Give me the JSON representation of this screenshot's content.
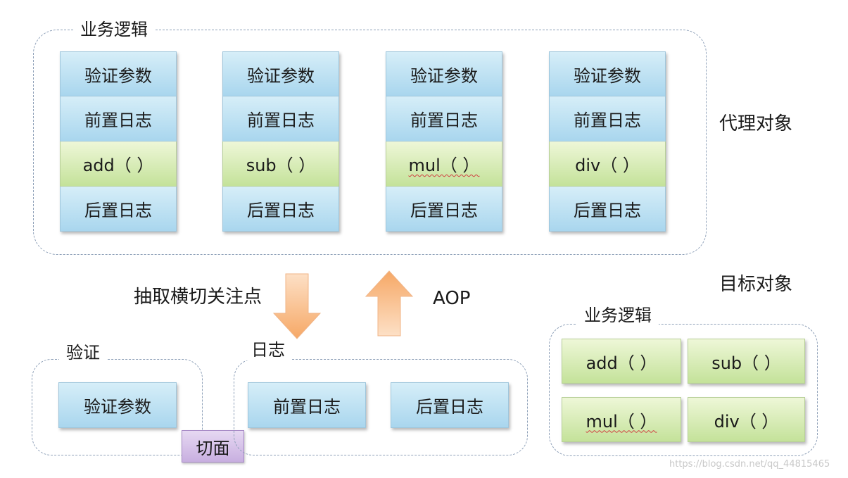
{
  "proxy_group": {
    "title": "业务逻辑",
    "columns": [
      {
        "cells": [
          "验证参数",
          "前置日志",
          "add（ ）",
          "后置日志"
        ]
      },
      {
        "cells": [
          "验证参数",
          "前置日志",
          "sub（ ）",
          "后置日志"
        ]
      },
      {
        "cells": [
          "验证参数",
          "前置日志",
          "mul（ ）",
          "后置日志"
        ]
      },
      {
        "cells": [
          "验证参数",
          "前置日志",
          "div（ ）",
          "后置日志"
        ]
      }
    ]
  },
  "proxy_object_label": "代理对象",
  "target_object_label": "目标对象",
  "extract_label": "抽取横切关注点",
  "aop_label": "AOP",
  "validation_group": {
    "title": "验证",
    "item": "验证参数"
  },
  "aspect_label": "切面",
  "log_group": {
    "title": "日志",
    "items": [
      "前置日志",
      "后置日志"
    ]
  },
  "target_group": {
    "title": "业务逻辑",
    "items": [
      "add（ ）",
      "sub（ ）",
      "mul（ ）",
      "div（ ）"
    ]
  },
  "colors": {
    "blue_cell": "#a9d6ee",
    "green_cell": "#c4e29a",
    "aspect": "#c8afe0",
    "arrow": "#f7b27a",
    "border": "#8ea0b8"
  },
  "watermark": "https://blog.csdn.net/qq_44815465"
}
